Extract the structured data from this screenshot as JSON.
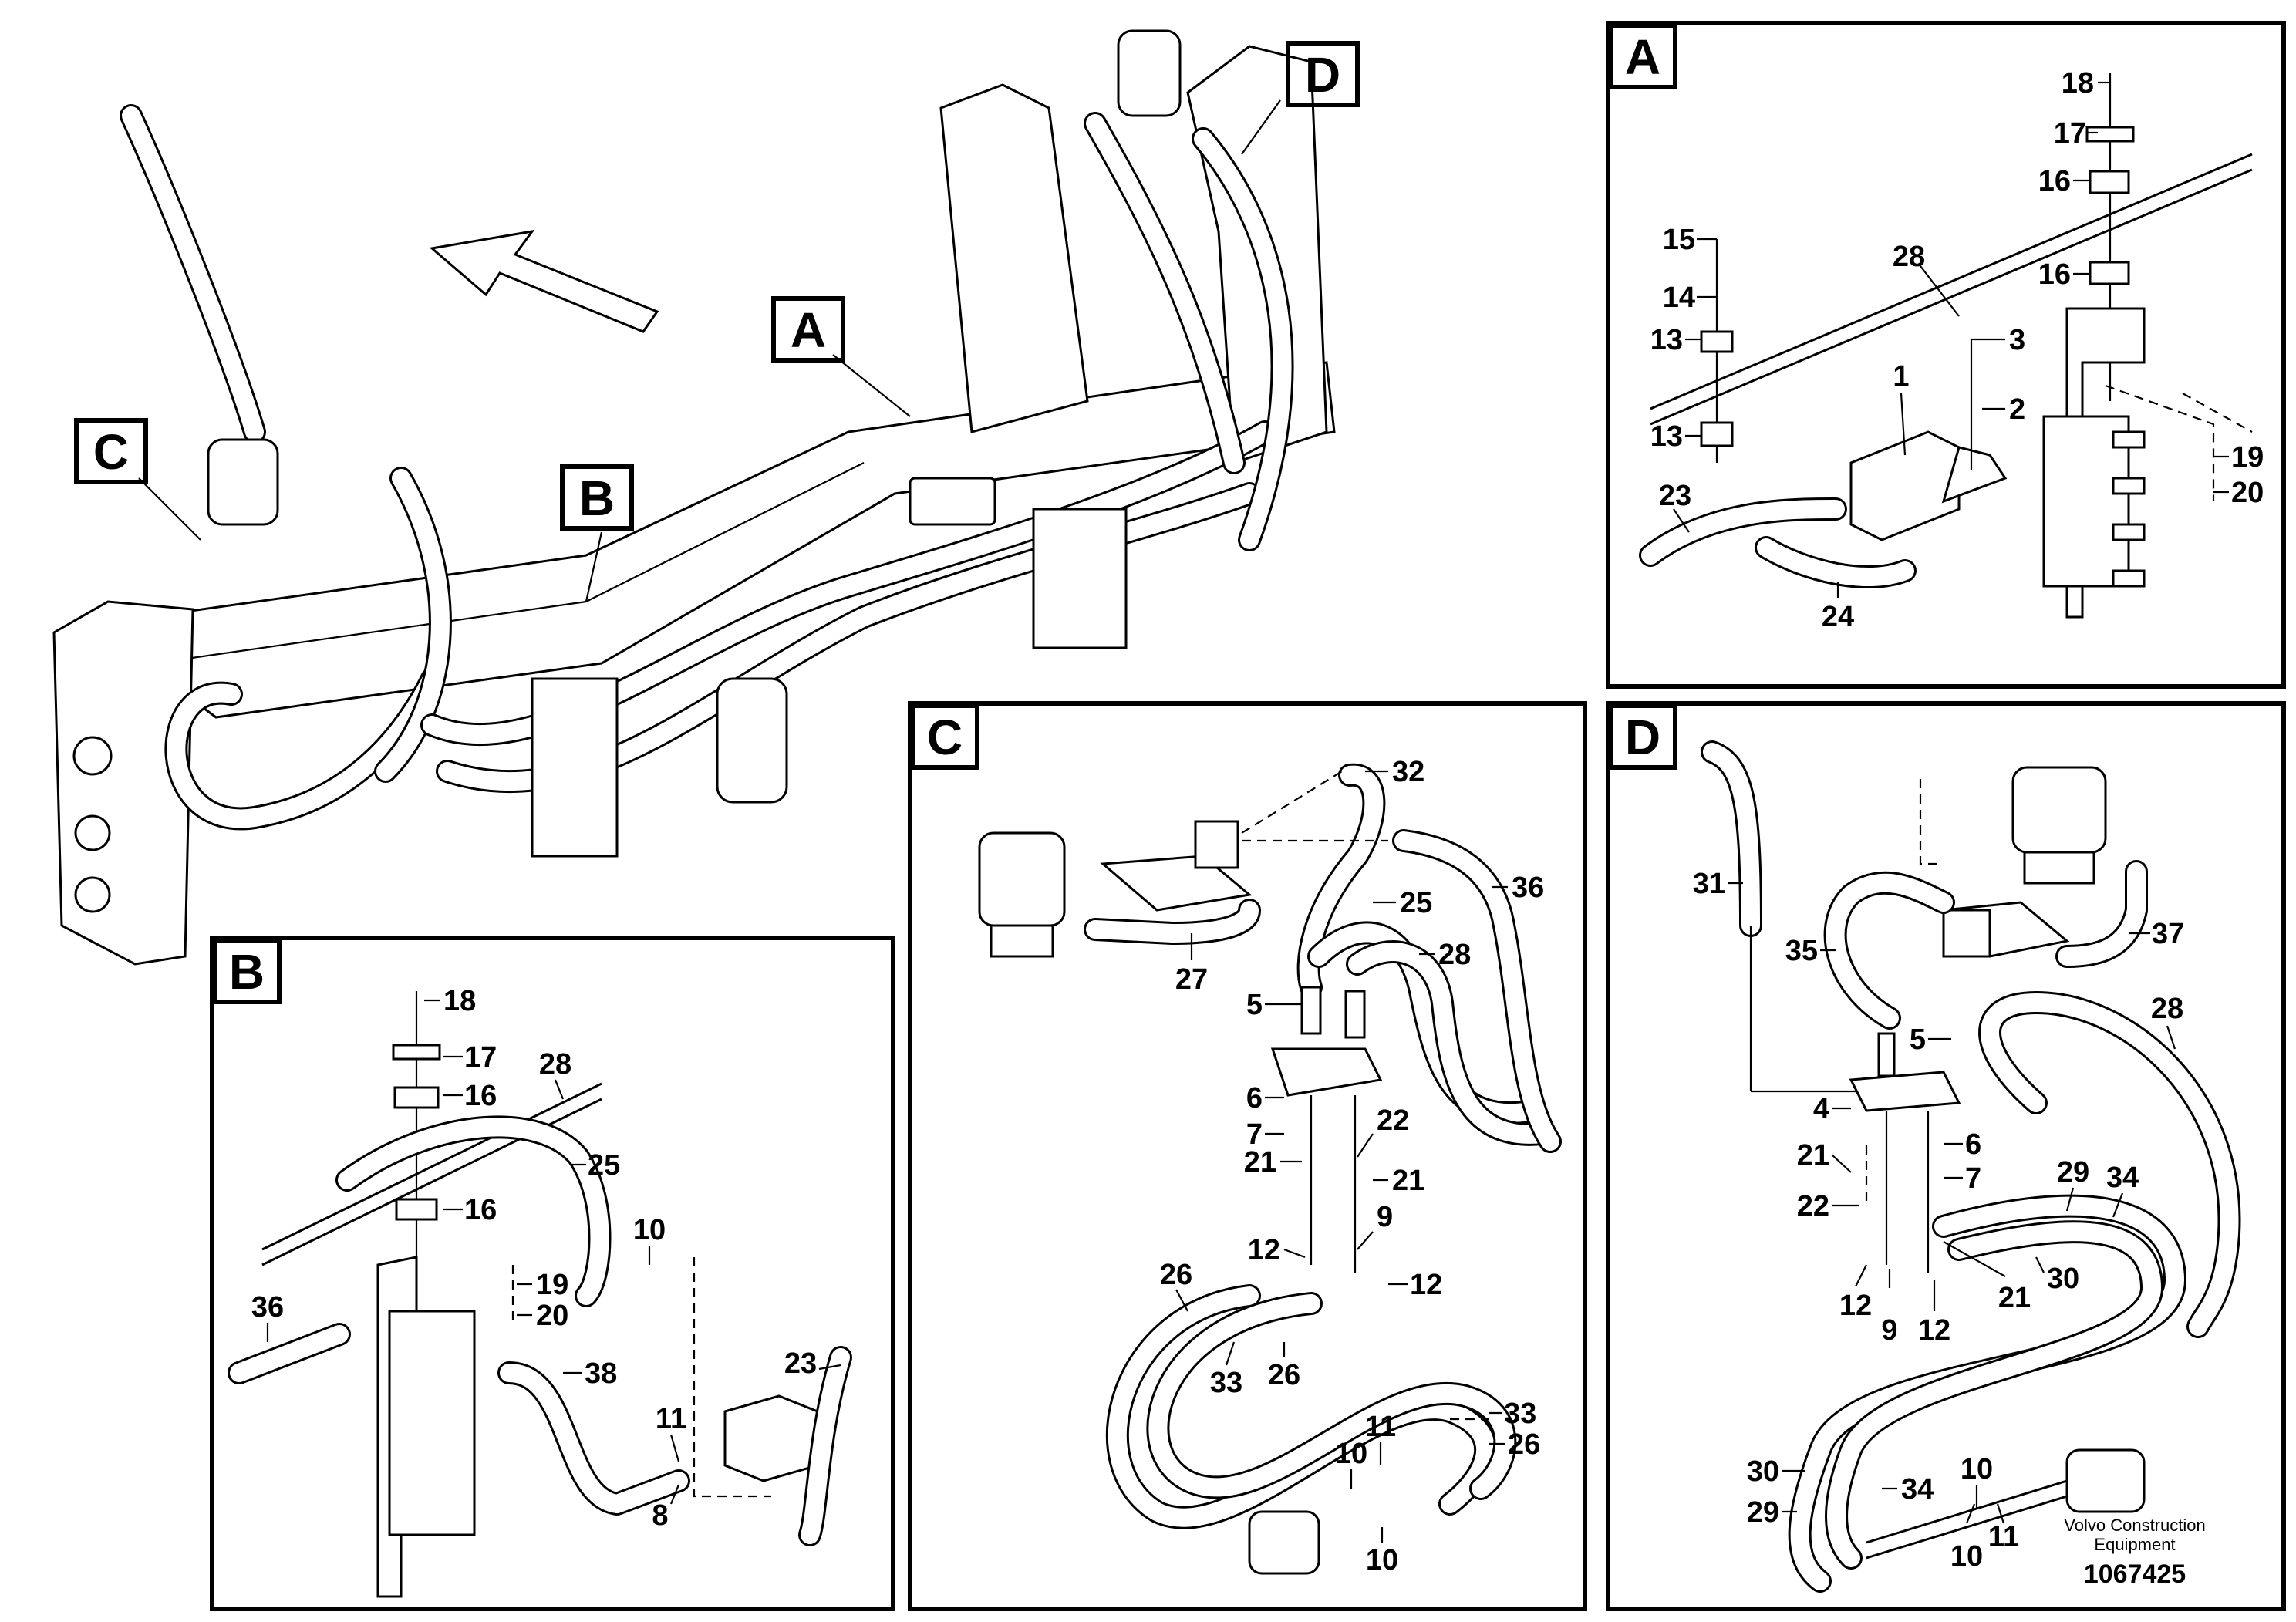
{
  "views": {
    "A": {
      "label": "A"
    },
    "B": {
      "label": "B"
    },
    "C": {
      "label": "C"
    },
    "D": {
      "label": "D"
    }
  },
  "overview_labels": [
    "A",
    "B",
    "C",
    "D"
  ],
  "callouts": {
    "A": [
      "18",
      "17",
      "16",
      "28",
      "16",
      "15",
      "14",
      "13",
      "3",
      "13",
      "1",
      "2",
      "19",
      "20",
      "23",
      "24"
    ],
    "B": [
      "18",
      "17",
      "28",
      "16",
      "25",
      "16",
      "10",
      "19",
      "20",
      "36",
      "38",
      "23",
      "11",
      "8"
    ],
    "C": [
      "32",
      "25",
      "36",
      "28",
      "27",
      "5",
      "6",
      "7",
      "22",
      "21",
      "21",
      "9",
      "12",
      "12",
      "26",
      "33",
      "26",
      "11",
      "10",
      "33",
      "26",
      "10"
    ],
    "D": [
      "31",
      "35",
      "37",
      "28",
      "5",
      "4",
      "6",
      "7",
      "21",
      "22",
      "29",
      "34",
      "12",
      "9",
      "12",
      "21",
      "30",
      "30",
      "10",
      "34",
      "29",
      "10",
      "11"
    ]
  },
  "footer": {
    "brand_line1": "Volvo Construction",
    "brand_line2": "Equipment",
    "doc_number": "1067425"
  },
  "colors": {
    "line": "#000000",
    "background": "#ffffff"
  }
}
